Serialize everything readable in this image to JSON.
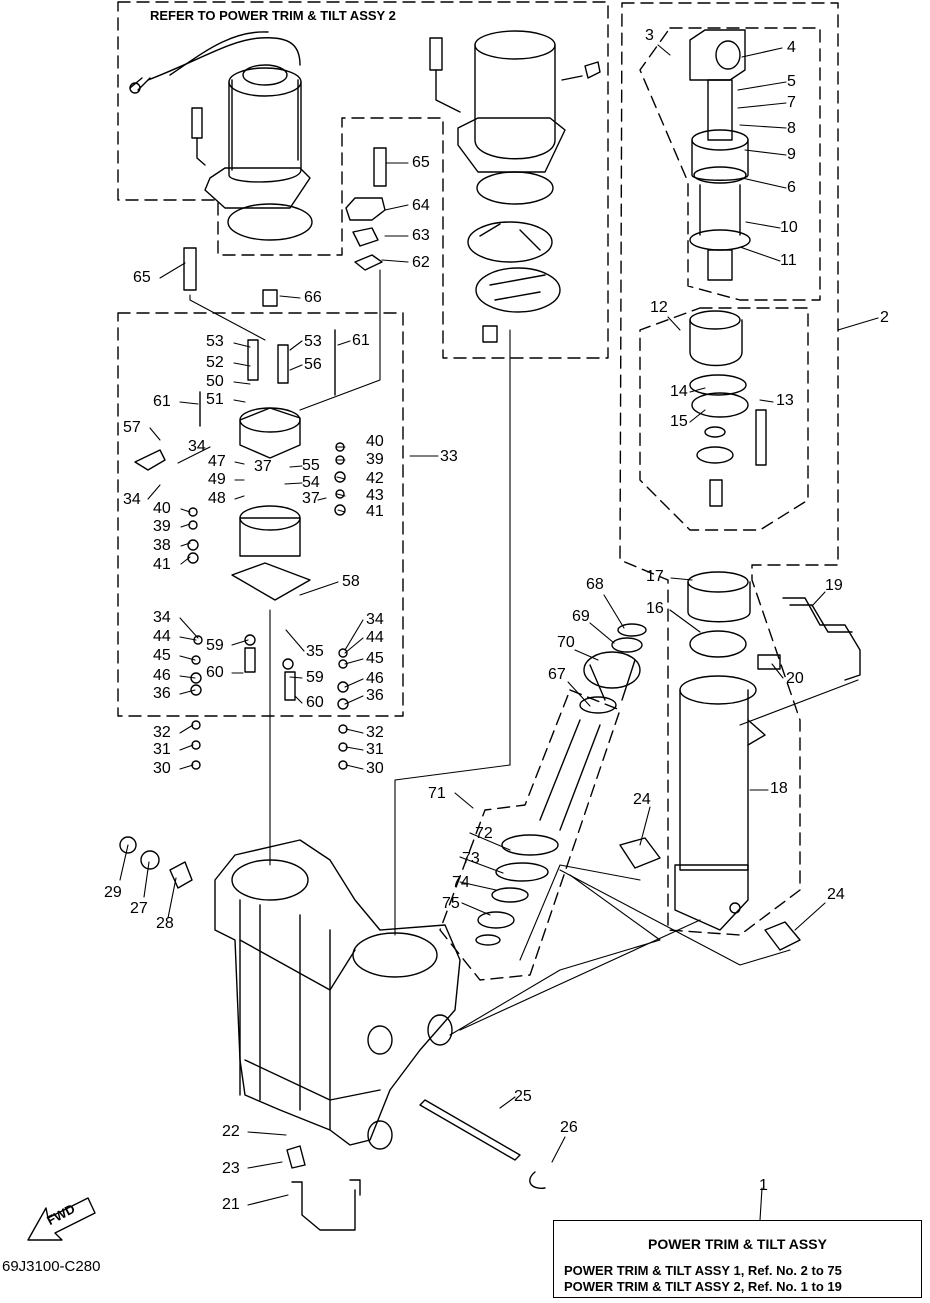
{
  "header_note": "REFER TO POWER TRIM & TILT ASSY 2",
  "drawing_code": "69J3100-C280",
  "fwd_label": "FWD",
  "legend": {
    "title": "POWER TRIM  & TILT ASSY",
    "line1": "POWER TRIM & TILT ASSY 1,   Ref. No. 2 to 75",
    "line2": "POWER TRIM & TILT ASSY 2,   Ref. No. 1 to 19"
  },
  "callouts": [
    {
      "id": "c1",
      "text": "1"
    },
    {
      "id": "c2",
      "text": "2"
    },
    {
      "id": "c3",
      "text": "3"
    },
    {
      "id": "c4",
      "text": "4"
    },
    {
      "id": "c5",
      "text": "5"
    },
    {
      "id": "c6",
      "text": "6"
    },
    {
      "id": "c7",
      "text": "7"
    },
    {
      "id": "c8",
      "text": "8"
    },
    {
      "id": "c9",
      "text": "9"
    },
    {
      "id": "c10",
      "text": "10"
    },
    {
      "id": "c11",
      "text": "11"
    },
    {
      "id": "c12",
      "text": "12"
    },
    {
      "id": "c13",
      "text": "13"
    },
    {
      "id": "c14",
      "text": "14"
    },
    {
      "id": "c15",
      "text": "15"
    },
    {
      "id": "c16",
      "text": "16"
    },
    {
      "id": "c17",
      "text": "17"
    },
    {
      "id": "c18",
      "text": "18"
    },
    {
      "id": "c19",
      "text": "19"
    },
    {
      "id": "c20",
      "text": "20"
    },
    {
      "id": "c21",
      "text": "21"
    },
    {
      "id": "c22",
      "text": "22"
    },
    {
      "id": "c23",
      "text": "23"
    },
    {
      "id": "c24a",
      "text": "24"
    },
    {
      "id": "c24b",
      "text": "24"
    },
    {
      "id": "c25",
      "text": "25"
    },
    {
      "id": "c26",
      "text": "26"
    },
    {
      "id": "c27",
      "text": "27"
    },
    {
      "id": "c28",
      "text": "28"
    },
    {
      "id": "c29",
      "text": "29"
    },
    {
      "id": "c30a",
      "text": "30"
    },
    {
      "id": "c30b",
      "text": "30"
    },
    {
      "id": "c31a",
      "text": "31"
    },
    {
      "id": "c31b",
      "text": "31"
    },
    {
      "id": "c32a",
      "text": "32"
    },
    {
      "id": "c32b",
      "text": "32"
    },
    {
      "id": "c33",
      "text": "33"
    },
    {
      "id": "c34a",
      "text": "34"
    },
    {
      "id": "c34b",
      "text": "34"
    },
    {
      "id": "c34c",
      "text": "34"
    },
    {
      "id": "c34d",
      "text": "34"
    },
    {
      "id": "c35",
      "text": "35"
    },
    {
      "id": "c36a",
      "text": "36"
    },
    {
      "id": "c36b",
      "text": "36"
    },
    {
      "id": "c37a",
      "text": "37"
    },
    {
      "id": "c37b",
      "text": "37"
    },
    {
      "id": "c38",
      "text": "38"
    },
    {
      "id": "c39a",
      "text": "39"
    },
    {
      "id": "c39b",
      "text": "39"
    },
    {
      "id": "c40a",
      "text": "40"
    },
    {
      "id": "c40b",
      "text": "40"
    },
    {
      "id": "c41a",
      "text": "41"
    },
    {
      "id": "c41b",
      "text": "41"
    },
    {
      "id": "c42",
      "text": "42"
    },
    {
      "id": "c43",
      "text": "43"
    },
    {
      "id": "c44a",
      "text": "44"
    },
    {
      "id": "c44b",
      "text": "44"
    },
    {
      "id": "c45a",
      "text": "45"
    },
    {
      "id": "c45b",
      "text": "45"
    },
    {
      "id": "c46a",
      "text": "46"
    },
    {
      "id": "c46b",
      "text": "46"
    },
    {
      "id": "c47",
      "text": "47"
    },
    {
      "id": "c48",
      "text": "48"
    },
    {
      "id": "c49",
      "text": "49"
    },
    {
      "id": "c50",
      "text": "50"
    },
    {
      "id": "c51",
      "text": "51"
    },
    {
      "id": "c52",
      "text": "52"
    },
    {
      "id": "c53a",
      "text": "53"
    },
    {
      "id": "c53b",
      "text": "53"
    },
    {
      "id": "c54",
      "text": "54"
    },
    {
      "id": "c55",
      "text": "55"
    },
    {
      "id": "c56",
      "text": "56"
    },
    {
      "id": "c57",
      "text": "57"
    },
    {
      "id": "c58",
      "text": "58"
    },
    {
      "id": "c59a",
      "text": "59"
    },
    {
      "id": "c59b",
      "text": "59"
    },
    {
      "id": "c60a",
      "text": "60"
    },
    {
      "id": "c60b",
      "text": "60"
    },
    {
      "id": "c61a",
      "text": "61"
    },
    {
      "id": "c61b",
      "text": "61"
    },
    {
      "id": "c62",
      "text": "62"
    },
    {
      "id": "c63",
      "text": "63"
    },
    {
      "id": "c64",
      "text": "64"
    },
    {
      "id": "c65a",
      "text": "65"
    },
    {
      "id": "c65b",
      "text": "65"
    },
    {
      "id": "c66",
      "text": "66"
    },
    {
      "id": "c67",
      "text": "67"
    },
    {
      "id": "c68",
      "text": "68"
    },
    {
      "id": "c69",
      "text": "69"
    },
    {
      "id": "c70",
      "text": "70"
    },
    {
      "id": "c71",
      "text": "71"
    },
    {
      "id": "c72",
      "text": "72"
    },
    {
      "id": "c73",
      "text": "73"
    },
    {
      "id": "c74",
      "text": "74"
    },
    {
      "id": "c75",
      "text": "75"
    }
  ]
}
